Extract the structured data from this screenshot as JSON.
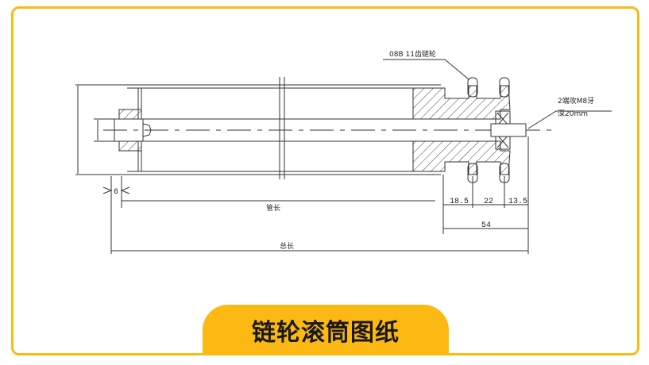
{
  "title": "链轮滚筒图纸",
  "drawing": {
    "sprocket_label": "08B 11齿链轮",
    "thread_label_line1": "2端攻M8牙",
    "thread_label_line2": "深20mm",
    "dim_left_gap": "6",
    "dim_18_5": "18.5",
    "dim_22": "22",
    "dim_13_5": "13.5",
    "dim_54": "54",
    "tube_length": "管长",
    "total_length": "总长"
  },
  "colors": {
    "accent": "#FDB913",
    "line": "#333333"
  }
}
